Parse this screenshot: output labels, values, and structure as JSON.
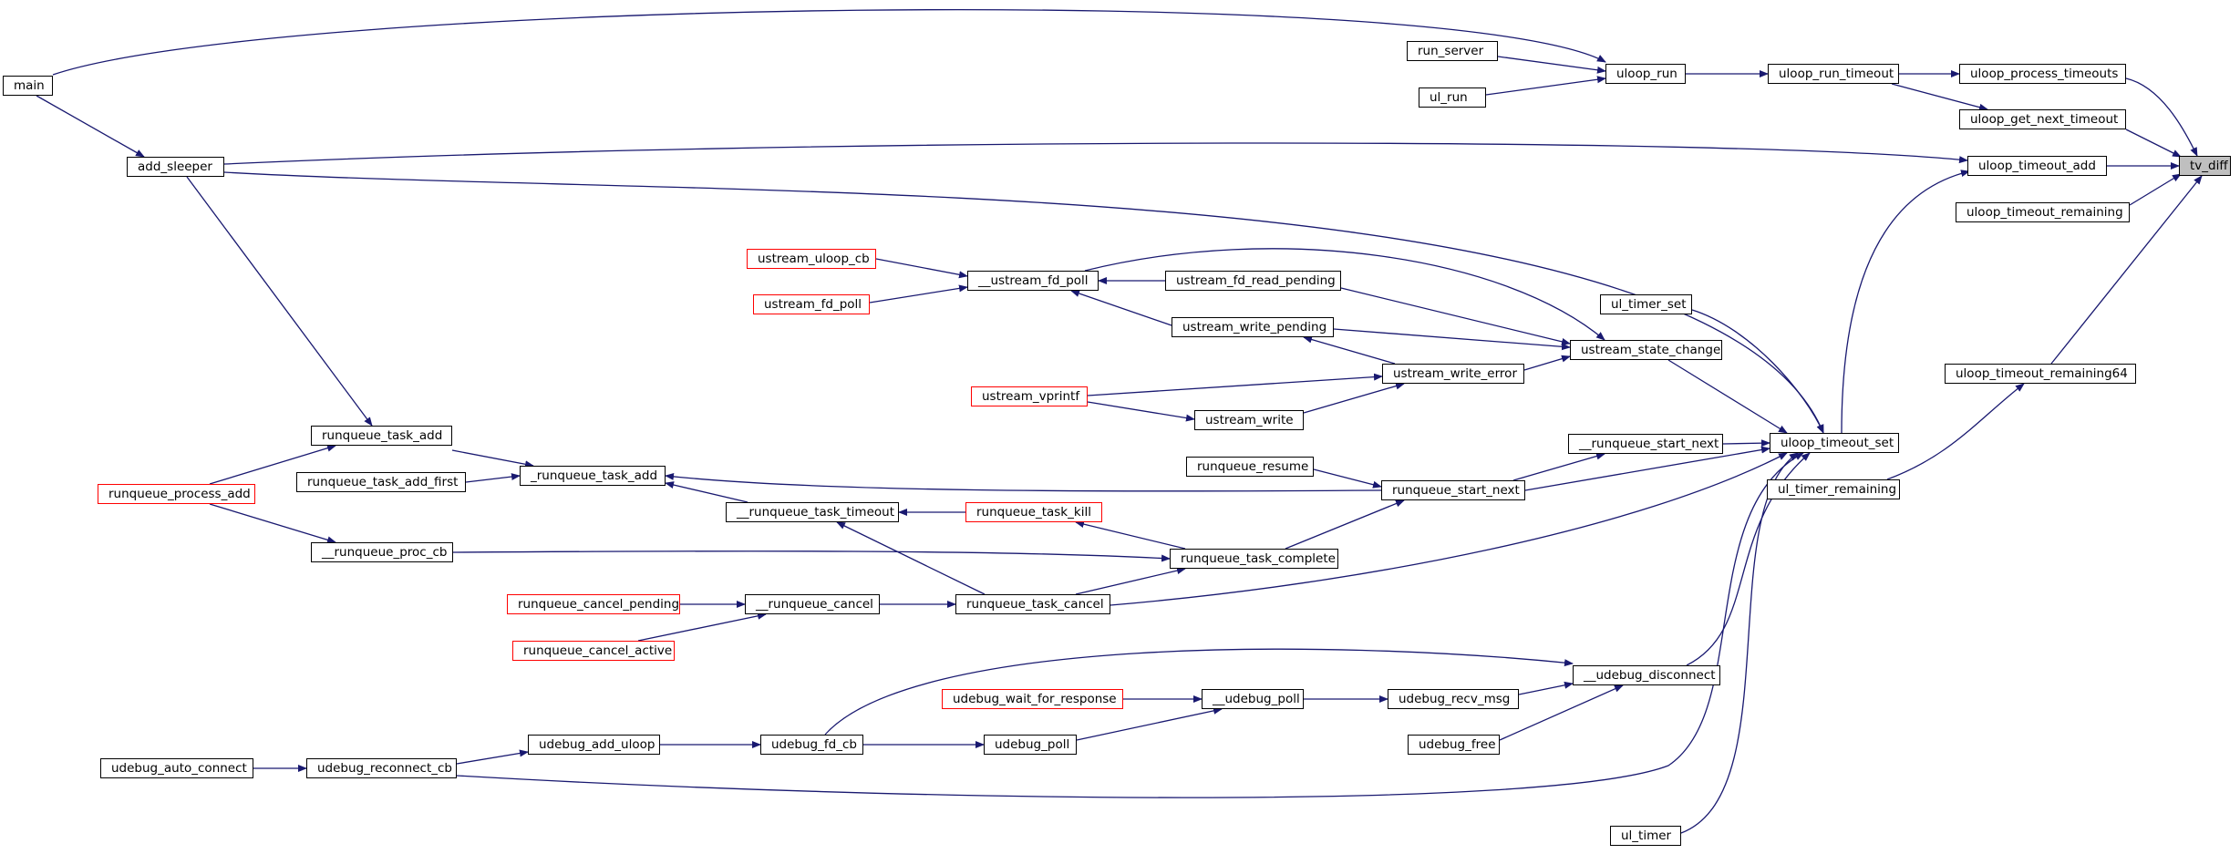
{
  "colors": {
    "edge": "#191970",
    "highlight_node_fill": "#bfbfbf",
    "unresolved_border": "#ff0000"
  },
  "graph": {
    "nodes": {
      "tv_diff": "tv_diff",
      "main": "main",
      "add_sleeper": "add_sleeper",
      "run_server": "run_server",
      "ul_run": "ul_run",
      "uloop_run": "uloop_run",
      "uloop_run_timeout": "uloop_run_timeout",
      "uloop_process_timeouts": "uloop_process_timeouts",
      "uloop_get_next_timeout": "uloop_get_next_timeout",
      "uloop_timeout_add": "uloop_timeout_add",
      "uloop_timeout_remaining": "uloop_timeout_remaining",
      "uloop_timeout_remaining64": "uloop_timeout_remaining64",
      "ul_timer_remaining": "ul_timer_remaining",
      "uloop_timeout_set": "uloop_timeout_set",
      "ul_timer_set": "ul_timer_set",
      "ul_timer": "ul_timer",
      "ustream_uloop_cb": "ustream_uloop_cb",
      "ustream_fd_poll": "ustream_fd_poll",
      "__ustream_fd_poll": "__ustream_fd_poll",
      "ustream_fd_read_pending": "ustream_fd_read_pending",
      "ustream_write_pending": "ustream_write_pending",
      "ustream_state_change": "ustream_state_change",
      "ustream_write_error": "ustream_write_error",
      "ustream_vprintf": "ustream_vprintf",
      "ustream_write": "ustream_write",
      "runqueue_task_add": "runqueue_task_add",
      "runqueue_process_add": "runqueue_process_add",
      "runqueue_task_add_first": "runqueue_task_add_first",
      "_runqueue_task_add": "_runqueue_task_add",
      "__runqueue_proc_cb": "__runqueue_proc_cb",
      "runqueue_resume": "runqueue_resume",
      "runqueue_start_next": "runqueue_start_next",
      "__runqueue_start_next": "__runqueue_start_next",
      "__runqueue_task_timeout": "__runqueue_task_timeout",
      "runqueue_task_kill": "runqueue_task_kill",
      "runqueue_task_complete": "runqueue_task_complete",
      "runqueue_cancel_pending": "runqueue_cancel_pending",
      "runqueue_cancel_active": "runqueue_cancel_active",
      "__runqueue_cancel": "__runqueue_cancel",
      "runqueue_task_cancel": "runqueue_task_cancel",
      "__udebug_disconnect": "__udebug_disconnect",
      "udebug_wait_for_response": "udebug_wait_for_response",
      "__udebug_poll": "__udebug_poll",
      "udebug_recv_msg": "udebug_recv_msg",
      "udebug_free": "udebug_free",
      "udebug_auto_connect": "udebug_auto_connect",
      "udebug_reconnect_cb": "udebug_reconnect_cb",
      "udebug_add_uloop": "udebug_add_uloop",
      "udebug_fd_cb": "udebug_fd_cb",
      "udebug_poll": "udebug_poll"
    }
  }
}
